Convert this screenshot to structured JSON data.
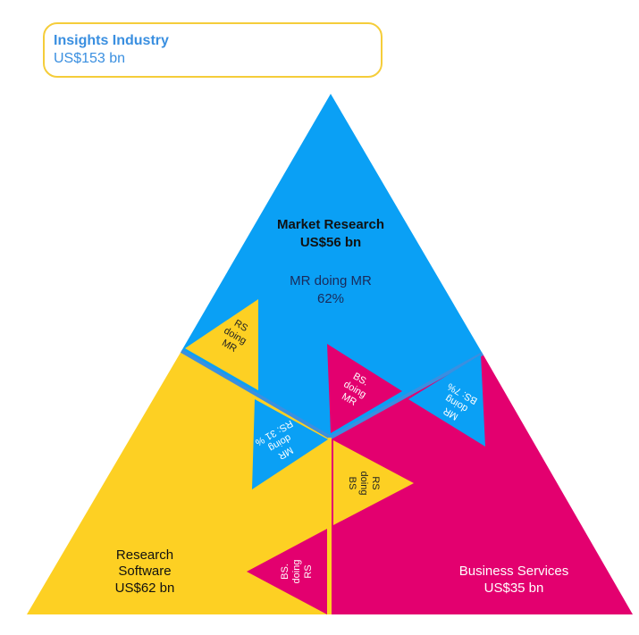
{
  "header": {
    "title": "Insights Industry",
    "value": "US$153 bn"
  },
  "segments": {
    "market_research": {
      "title": "Market Research",
      "value": "US$56 bn",
      "sub_label": "MR doing MR",
      "sub_value": "62%"
    },
    "research_software": {
      "title_line1": "Research",
      "title_line2": "Software",
      "value": "US$62 bn"
    },
    "business_services": {
      "title": "Business Services",
      "value": "US$35 bn"
    }
  },
  "overlaps": {
    "rs_doing_mr": [
      "RS",
      "doing",
      "MR"
    ],
    "bs_doing_mr": [
      "BS.",
      "doing",
      "MR"
    ],
    "mr_doing_bs": [
      "MR",
      "doing",
      "BS: 7%"
    ],
    "mr_doing_rs": [
      "MR",
      "doing",
      "RS: 31 %"
    ],
    "rs_doing_bs": [
      "RS",
      "doing",
      "BS"
    ],
    "bs_doing_rs": [
      "BS.",
      "doing",
      "RS"
    ]
  },
  "colors": {
    "blue": "#0aa0f5",
    "yellow": "#fdd023",
    "magenta": "#e3006f"
  }
}
